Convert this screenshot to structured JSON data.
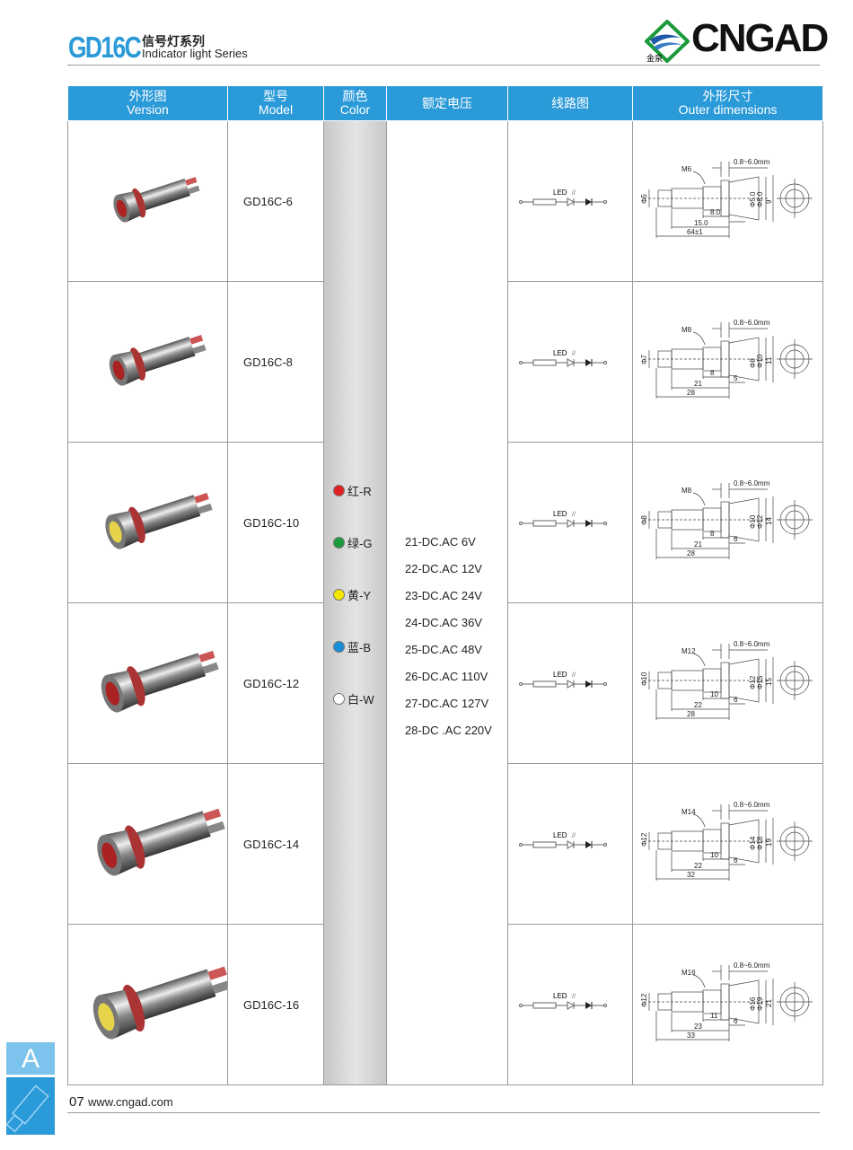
{
  "header": {
    "series_code": "GD16C",
    "series_cn": "信号灯系列",
    "series_en": "Indicator light Series",
    "logo_text": "CNGAD",
    "logo_sub": "金泉"
  },
  "table": {
    "columns": [
      {
        "cn": "外形图",
        "en": "Version"
      },
      {
        "cn": "型号",
        "en": "Model"
      },
      {
        "cn": "颜色",
        "en": "Color"
      },
      {
        "cn": "额定电压",
        "en": ""
      },
      {
        "cn": "线路图",
        "en": ""
      },
      {
        "cn": "外形尺寸",
        "en": "Outer dimensions"
      }
    ],
    "colors": [
      {
        "label": "红-R",
        "hex": "#e02020"
      },
      {
        "label": "绿-G",
        "hex": "#1a9a3a"
      },
      {
        "label": "黄-Y",
        "hex": "#f2e600"
      },
      {
        "label": "蓝-B",
        "hex": "#1a8fd8"
      },
      {
        "label": "白-W",
        "hex": "#ffffff"
      }
    ],
    "voltages": [
      "21-DC.AC 6V",
      "22-DC.AC 12V",
      "23-DC.AC 24V",
      "24-DC.AC 36V",
      "25-DC.AC 48V",
      "26-DC.AC 110V",
      "27-DC.AC 127V",
      "28-DC .AC 220V"
    ],
    "circuit_label": "LED",
    "rows": [
      {
        "model": "GD16C-6",
        "dims": {
          "phi_left": "Φ5",
          "thread": "M6",
          "range": "0.8~6.0mm",
          "phi1": "Φ5.0",
          "phi2": "Φ8.0",
          "height": "9",
          "d1": "8.0",
          "d2": "",
          "d3": "15.0",
          "d4": "64±1"
        }
      },
      {
        "model": "GD16C-8",
        "dims": {
          "phi_left": "Φ7",
          "thread": "M8",
          "range": "0.8~6.0mm",
          "phi1": "Φ8",
          "phi2": "Φ10",
          "height": "11",
          "d1": "8",
          "d2": "5",
          "d3": "21",
          "d4": "28"
        }
      },
      {
        "model": "GD16C-10",
        "dims": {
          "phi_left": "Φ8",
          "thread": "M8",
          "range": "0.8~6.0mm",
          "phi1": "Φ10",
          "phi2": "Φ12",
          "height": "14",
          "d1": "8",
          "d2": "6",
          "d3": "21",
          "d4": "28"
        }
      },
      {
        "model": "GD16C-12",
        "dims": {
          "phi_left": "Φ10",
          "thread": "M12",
          "range": "0.8~6.0mm",
          "phi1": "Φ12",
          "phi2": "Φ15",
          "height": "15",
          "d1": "10",
          "d2": "6",
          "d3": "22",
          "d4": "28"
        }
      },
      {
        "model": "GD16C-14",
        "dims": {
          "phi_left": "Φ12",
          "thread": "M14",
          "range": "0.8~6.0mm",
          "phi1": "Φ14",
          "phi2": "Φ18",
          "height": "19",
          "d1": "10",
          "d2": "6",
          "d3": "22",
          "d4": "32"
        }
      },
      {
        "model": "GD16C-16",
        "dims": {
          "phi_left": "Φ12",
          "thread": "M16",
          "range": "0.8~6.0mm",
          "phi1": "Φ16",
          "phi2": "Φ19",
          "height": "21",
          "d1": "11",
          "d2": "6",
          "d3": "23",
          "d4": "33"
        }
      }
    ]
  },
  "footer": {
    "section": "A",
    "page": "07",
    "website": "www.cngad.com"
  }
}
